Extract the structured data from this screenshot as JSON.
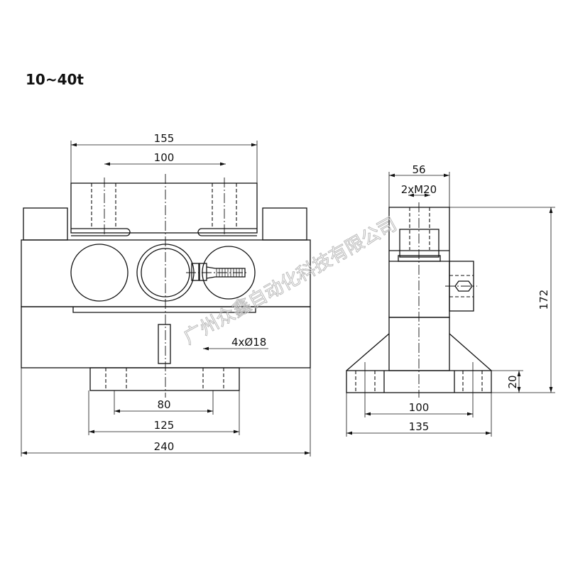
{
  "title": "10~40t",
  "watermark": "广州众鑫自动化科技有限公司",
  "front_view": {
    "dim_top_outer": "155",
    "dim_top_inner": "100",
    "dim_holes": "4xØ18",
    "dim_bolt_spacing": "80",
    "dim_foot_width": "125",
    "dim_overall": "240"
  },
  "side_view": {
    "dim_width": "56",
    "dim_thread": "2xM20",
    "dim_height": "172",
    "dim_flange_thickness": "20",
    "dim_hole_spacing": "100",
    "dim_flange_width": "135"
  }
}
